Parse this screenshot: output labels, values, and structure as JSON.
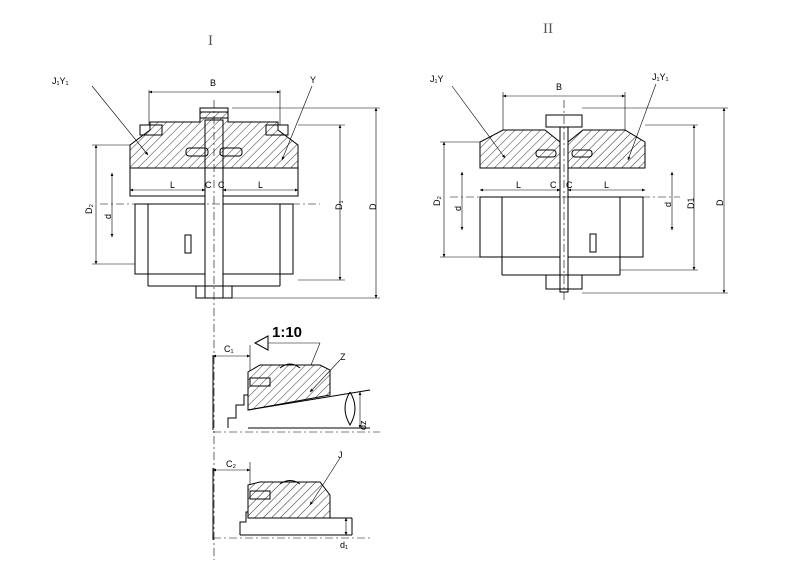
{
  "views": {
    "view1": {
      "title": "I",
      "labels": {
        "j1y1": "J₁Y₁",
        "y": "Y",
        "b": "B",
        "l_left": "L",
        "c_left": "C",
        "c_right": "C",
        "l_right": "L",
        "d2": "D₂",
        "d": "d",
        "d1": "D₁",
        "big_d": "D"
      }
    },
    "view2": {
      "title": "II",
      "labels": {
        "j1y": "J₁Y",
        "j1y1": "J₁Y₁",
        "b": "B",
        "l_left": "L",
        "c_left": "C",
        "c_right": "C",
        "l_right": "L",
        "d2": "D₂",
        "d_left": "d",
        "d_right": "d",
        "d1": "D1",
        "big_d": "D"
      }
    },
    "detail_z": {
      "taper": "1:10",
      "c1": "C₁",
      "z": "Z",
      "dz": "dz"
    },
    "detail_j": {
      "c2": "C₂",
      "j": "J",
      "d1": "d₁"
    }
  }
}
